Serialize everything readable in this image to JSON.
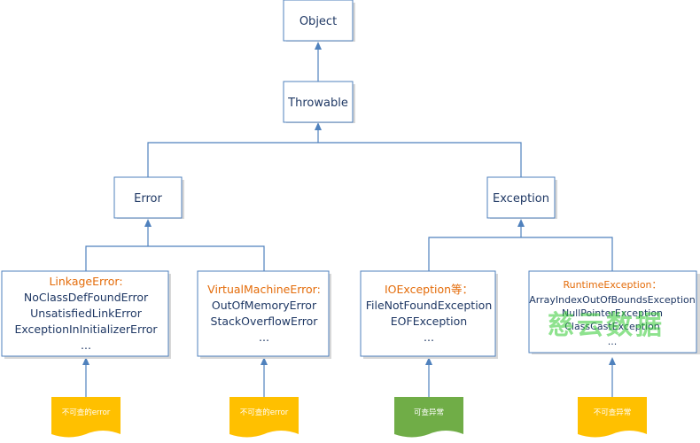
{
  "nodes": {
    "object": {
      "label": "Object"
    },
    "throwable": {
      "label": "Throwable"
    },
    "error": {
      "label": "Error"
    },
    "exception": {
      "label": "Exception"
    },
    "linkage": {
      "header": "LinkageError:",
      "lines": [
        "NoClassDefFoundError",
        "UnsatisfiedLinkError",
        "ExceptionInInitializerError",
        "..."
      ]
    },
    "vm": {
      "header": "VirtualMachineError:",
      "lines": [
        "OutOfMemoryError",
        "StackOverflowError",
        "..."
      ]
    },
    "io": {
      "header": "IOException等：",
      "lines": [
        "FileNotFoundException",
        "EOFException",
        "..."
      ]
    },
    "runtime": {
      "header": "RuntimeException：",
      "lines": [
        "ArrayIndexOutOfBoundsException",
        "NullPointerException",
        "ClassCastException",
        "..."
      ]
    }
  },
  "tags": {
    "linkage": {
      "label": "不可查的error",
      "color": "#ffc000"
    },
    "vm": {
      "label": "不可查的error",
      "color": "#ffc000"
    },
    "io": {
      "label": "可查异常",
      "color": "#70ad47"
    },
    "runtime": {
      "label": "不可查异常",
      "color": "#ffc000"
    }
  },
  "colors": {
    "border": "#4f81bd",
    "text": "#1f3864",
    "header": "#e46c0a",
    "watermark": "#33cc33"
  },
  "watermark": {
    "text": "慈云数据"
  }
}
